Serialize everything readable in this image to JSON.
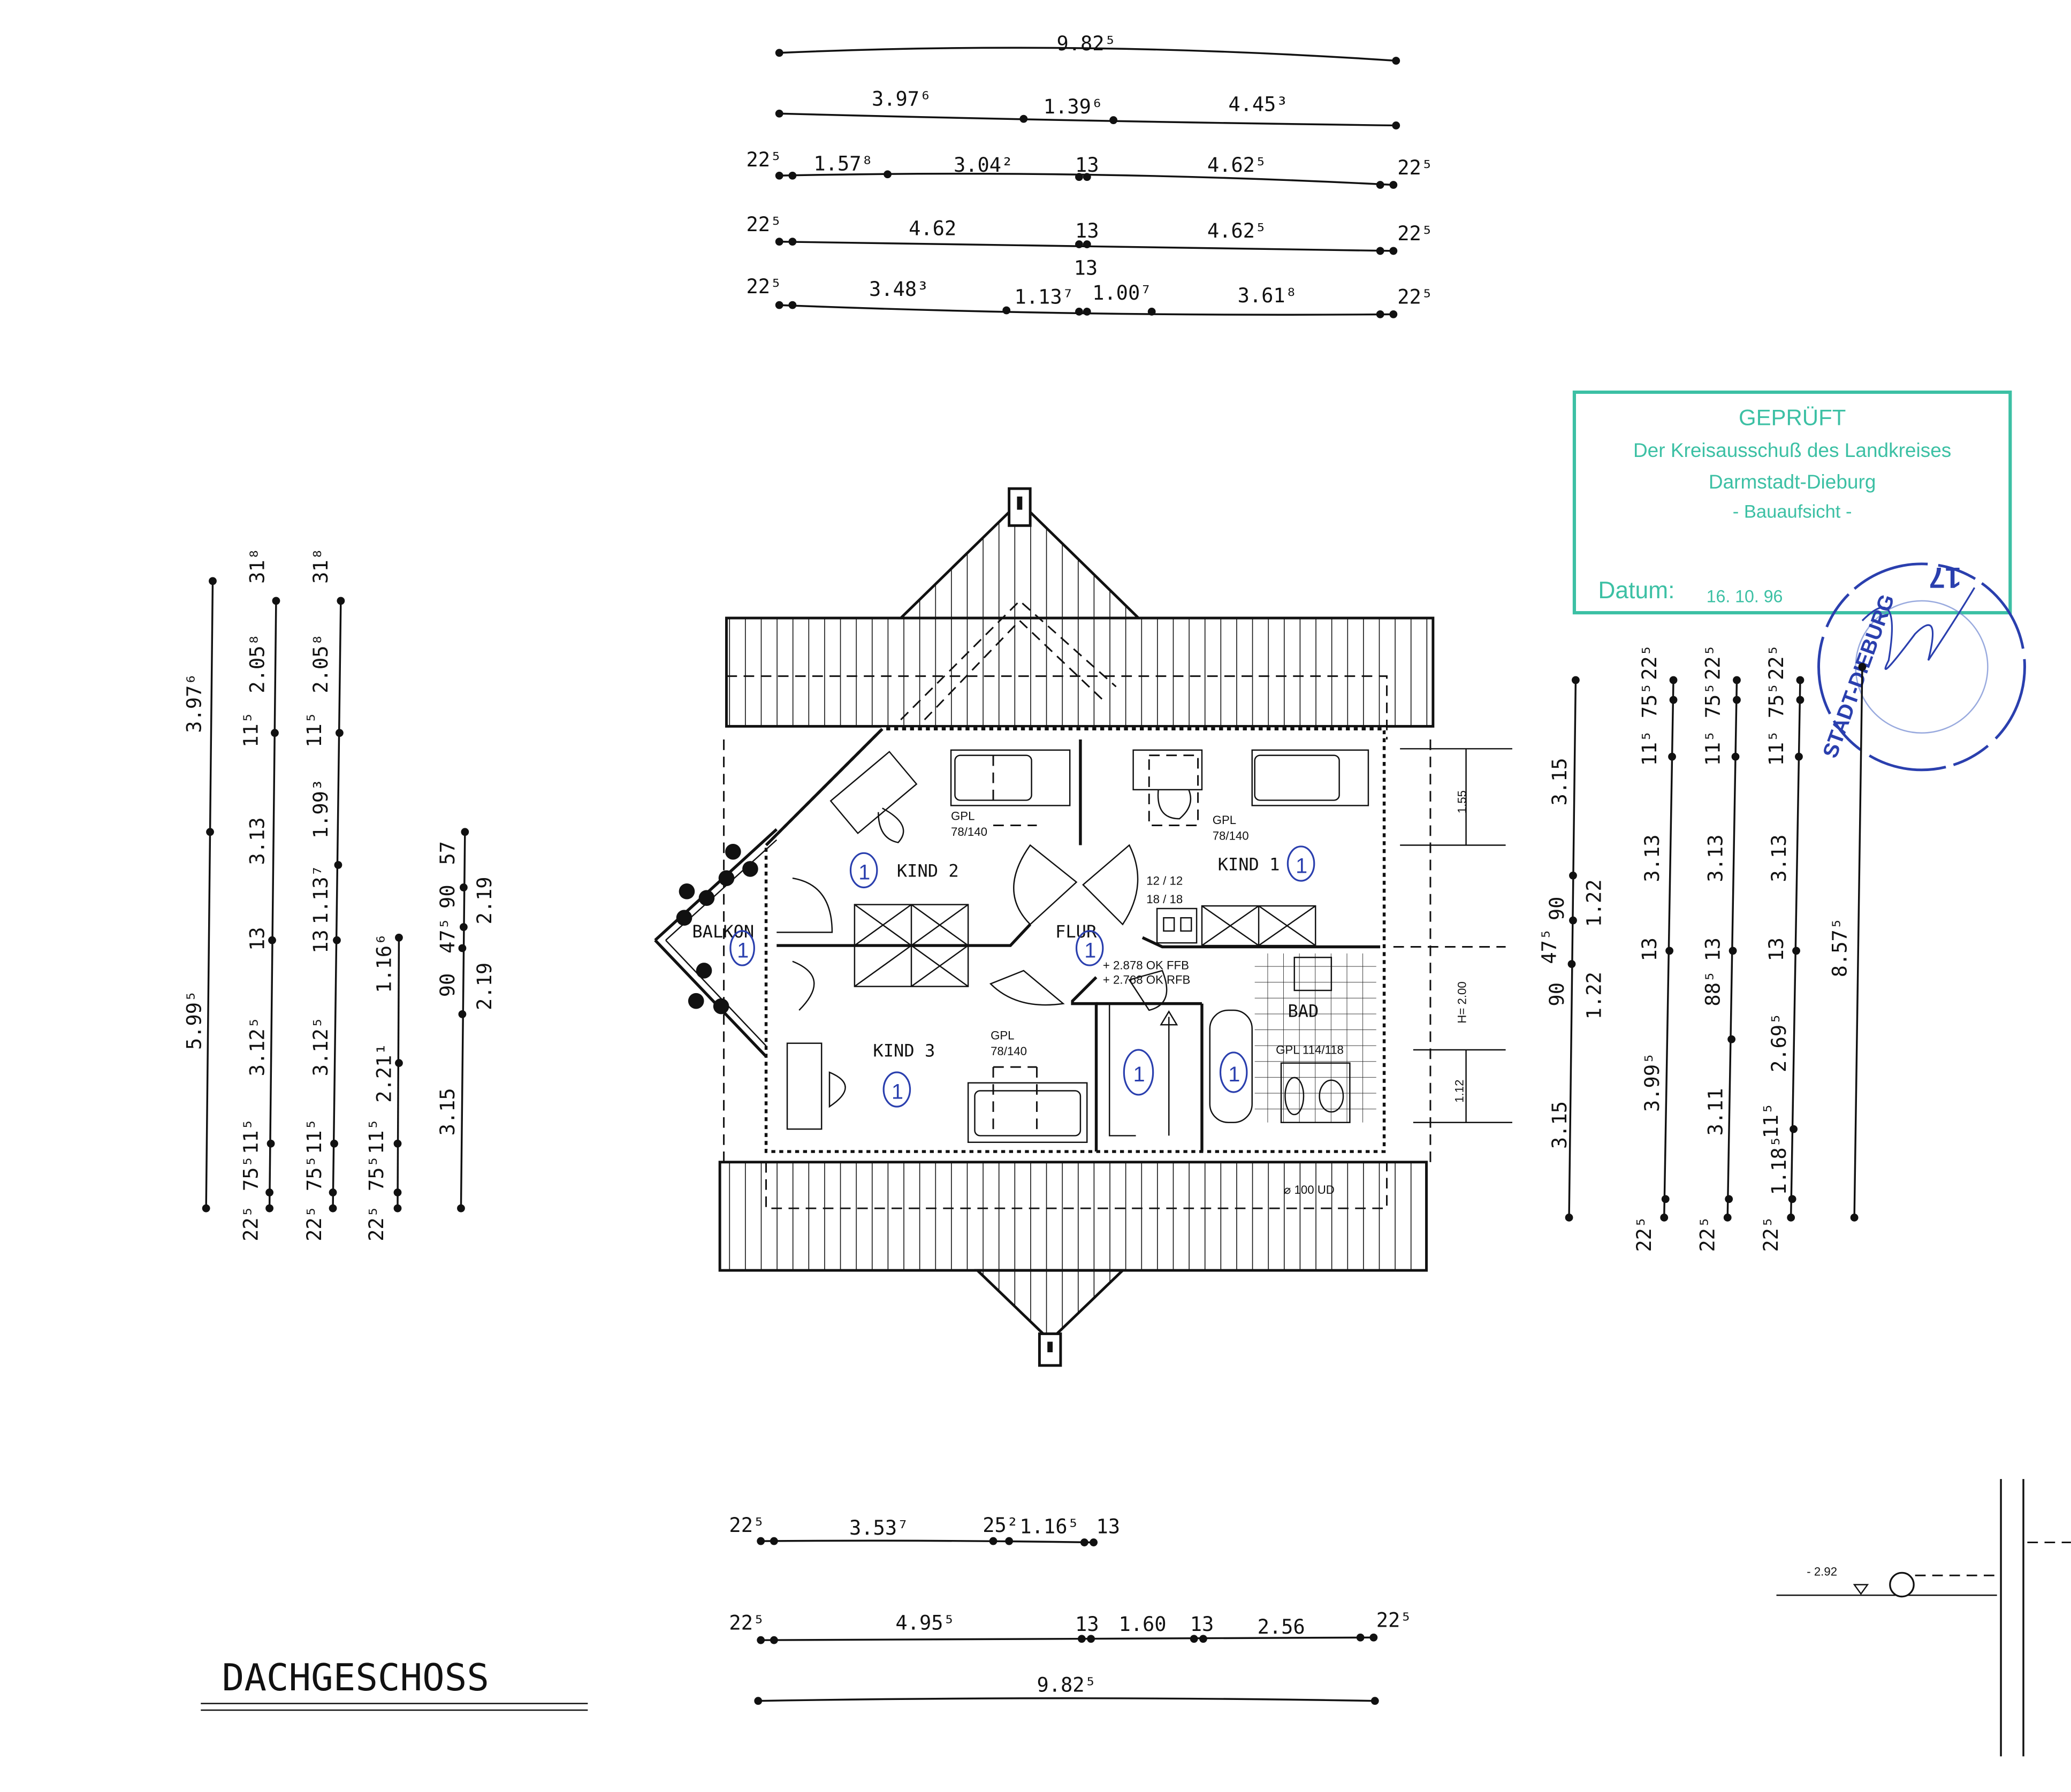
{
  "title": "DACHGESCHOSS",
  "rooms": {
    "kind1": "KIND 1",
    "kind2": "KIND 2",
    "kind3": "KIND 3",
    "flur": "FLUR",
    "bad": "BAD",
    "balkon": "BALKON"
  },
  "annotations": {
    "gpl_label": "GPL",
    "gpl_kind2": "78/140",
    "gpl_kind1": "78/140",
    "gpl_kind3": "78/140",
    "gpl_bad": "GPL 114/118",
    "chimney_1": "12 / 12",
    "chimney_2": "18 / 18",
    "ok_ffb": "+ 2.878 OK FFB",
    "ok_rfb": "+ 2.768 OK RFB",
    "height": "H= 2.00",
    "dim_155": "1.55",
    "dim_112": "1.12",
    "dim_100": "⌀ 100 UD",
    "room_mark": "1",
    "level": "- 2.92"
  },
  "dims": {
    "top": [
      [
        "9.82⁵"
      ],
      [
        "3.97⁶",
        "1.39⁶",
        "4.45³"
      ],
      [
        "22⁵",
        "1.57⁸",
        "3.04²",
        "13",
        "4.62⁵",
        "22⁵"
      ],
      [
        "22⁵",
        "4.62",
        "13",
        "4.62⁵",
        "22⁵"
      ],
      [
        "22⁵",
        "3.48³",
        "1.13⁷",
        "13",
        "1.00⁷",
        "3.61⁸",
        "22⁵"
      ]
    ],
    "bottom": [
      [
        "22⁵",
        "3.53⁷",
        "25²",
        "1.16⁵",
        "13"
      ],
      [
        "22⁵",
        "4.95⁵",
        "13",
        "1.60",
        "13",
        "2.56",
        "22⁵"
      ],
      [
        "9.82⁵"
      ]
    ],
    "left": [
      [
        "3.97⁶",
        "5.99⁵"
      ],
      [
        "31⁸",
        "2.05⁸",
        "11⁵",
        "3.13",
        "13",
        "3.12⁵",
        "11⁵",
        "75⁵",
        "22⁵"
      ],
      [
        "31⁸",
        "2.05⁸",
        "11⁵",
        "1.99³",
        "1.13⁷",
        "13",
        "3.12⁵",
        "11⁵",
        "75⁵",
        "22⁵"
      ],
      [
        "1.16⁶",
        "2.21¹",
        "11⁵",
        "75⁵",
        "22⁵"
      ],
      [
        "57",
        "90",
        "47⁵",
        "90",
        "2.19",
        "2.19",
        "3.15"
      ]
    ],
    "right": [
      [
        "3.15",
        "90",
        "47⁵",
        "90",
        "1.22",
        "1.22",
        "3.15"
      ],
      [
        "22⁵",
        "11⁵ 75⁵",
        "3.13",
        "13",
        "3.99⁵",
        "22⁵"
      ],
      [
        "22⁵",
        "11⁵ 75⁵",
        "3.13",
        "13",
        "88⁵",
        "3.11",
        "22⁵"
      ],
      [
        "22⁵",
        "11⁵ 75⁵",
        "3.13",
        "13",
        "2.69⁵",
        "11⁵",
        "1.18⁵",
        "22⁵"
      ],
      [
        "8.57⁵"
      ]
    ]
  },
  "stamp": {
    "line1": "GEPRÜFT",
    "line2": "Der Kreisausschuß des Landkreises",
    "line3": "Darmstadt-Dieburg",
    "line4": "- Bauaufsicht -",
    "date_label": "Datum:",
    "date_value": "16. 10. 96",
    "round_text": "STADT-DIEBURG",
    "round_number": "17",
    "color": "#3cc0a4",
    "seal_color": "#2a3fae"
  }
}
